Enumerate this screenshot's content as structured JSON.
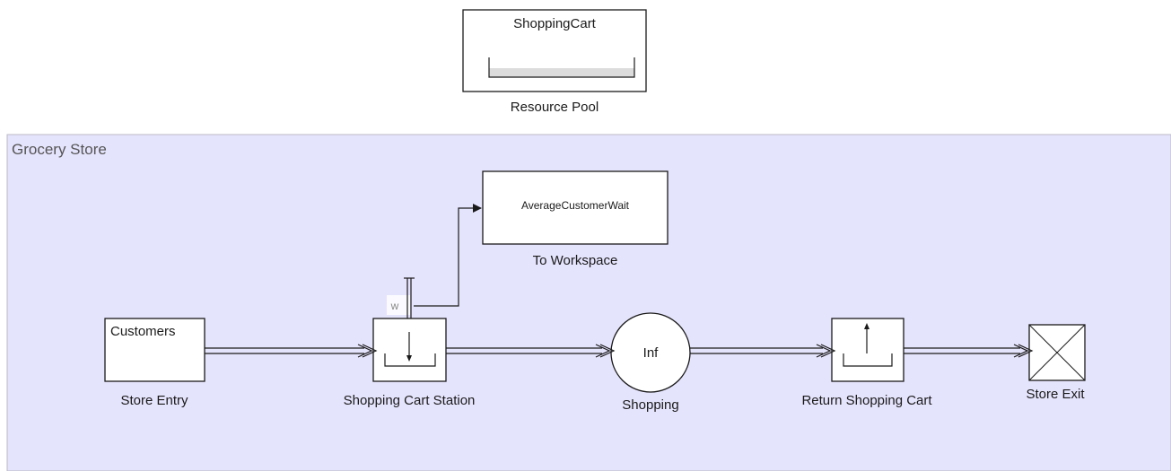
{
  "resource_pool": {
    "block_text": "ShoppingCart",
    "label": "Resource Pool"
  },
  "area": {
    "title": "Grocery Store"
  },
  "blocks": {
    "to_workspace": {
      "block_text": "AverageCustomerWait",
      "label": "To Workspace"
    },
    "store_entry": {
      "block_text": "Customers",
      "label": "Store Entry"
    },
    "shopping_cart_station": {
      "label": "Shopping Cart Station",
      "port_label": "w"
    },
    "shopping": {
      "block_text": "Inf",
      "label": "Shopping"
    },
    "return_shopping_cart": {
      "label": "Return Shopping Cart"
    },
    "store_exit": {
      "label": "Store Exit"
    }
  },
  "colors": {
    "area_fill": "#e5e4fd",
    "area_border": "#b9b9c4",
    "pool_fill": "#dcdcdc"
  }
}
